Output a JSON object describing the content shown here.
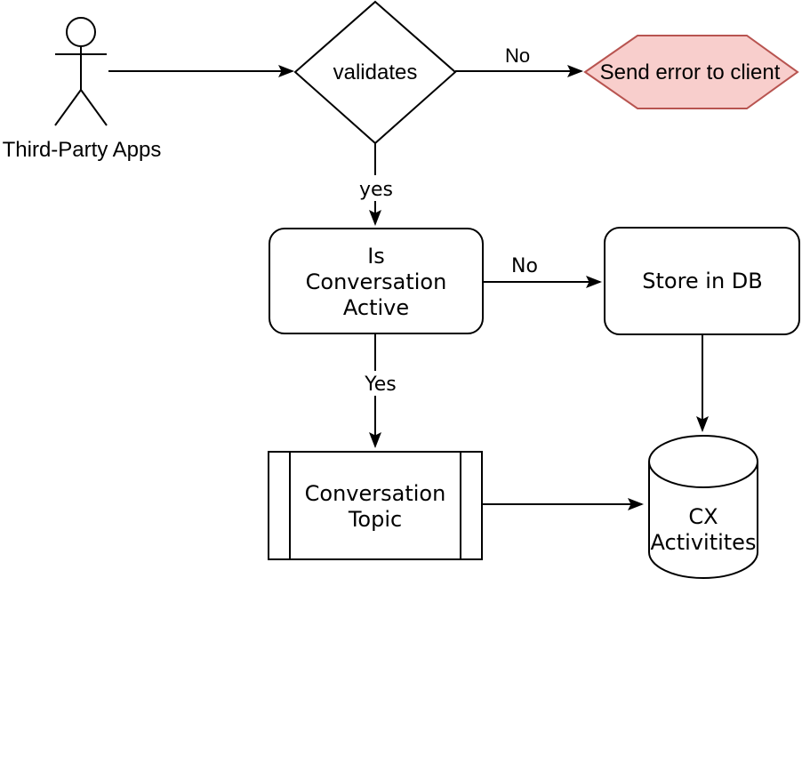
{
  "diagram": {
    "background_color": "#ffffff",
    "line_color": "#000000",
    "actor": {
      "label": "Third-Party Apps"
    },
    "nodes": {
      "validates": {
        "shape": "decision-diamond",
        "label": "validates"
      },
      "send_error": {
        "shape": "hexagon",
        "label": "Send error to client",
        "fill": "#f8cecc",
        "stroke": "#b85450"
      },
      "is_conversation_active": {
        "shape": "rounded-rectangle",
        "lines": [
          "Is",
          "Conversation",
          "Active"
        ]
      },
      "store_in_db": {
        "shape": "rounded-rectangle",
        "label": "Store in DB"
      },
      "conversation_topic": {
        "shape": "predefined-process",
        "lines": [
          "Conversation",
          "Topic"
        ]
      },
      "cx_activities": {
        "shape": "database-cylinder",
        "lines": [
          "CX",
          "Activitites"
        ]
      }
    },
    "edges": {
      "validates_no": {
        "label": "No"
      },
      "validates_yes": {
        "label": "yes"
      },
      "active_no": {
        "label": "No"
      },
      "active_yes": {
        "label": "Yes"
      }
    }
  }
}
